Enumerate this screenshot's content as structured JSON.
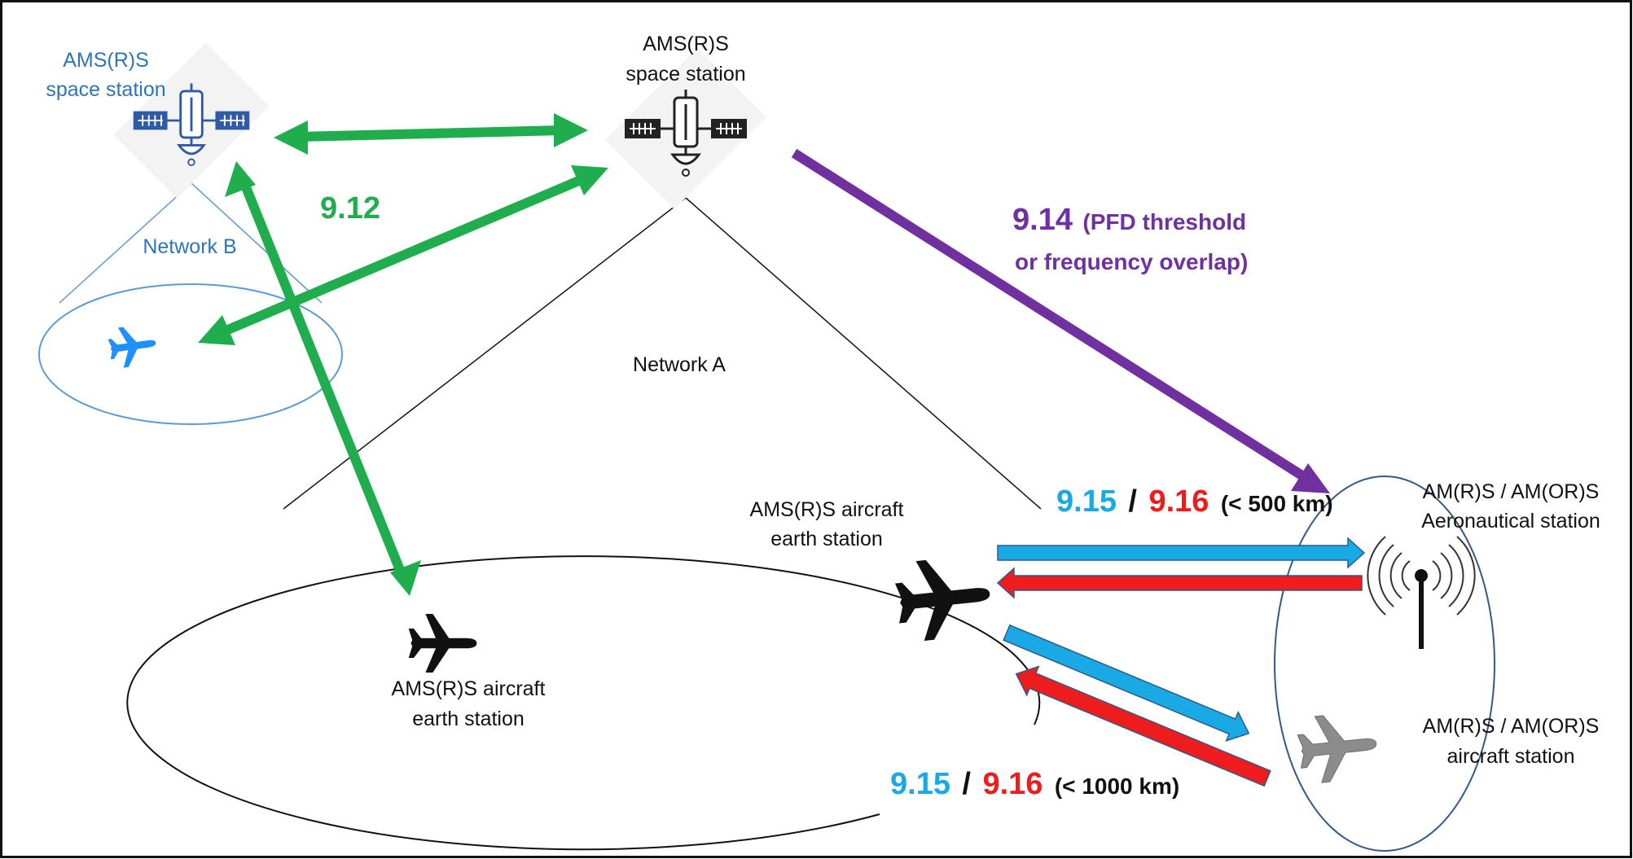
{
  "labels": {
    "sat_b_line1": "AMS(R)S",
    "sat_b_line2": "space station",
    "sat_a_line1": "AMS(R)S",
    "sat_a_line2": "space station",
    "network_b": "Network B",
    "network_a": "Network A",
    "aircraft_left_line1": "AMS(R)S aircraft",
    "aircraft_left_line2": "earth station",
    "aircraft_center_line1": "AMS(R)S aircraft",
    "aircraft_center_line2": "earth station",
    "aero_line1": "AM(R)S / AM(OR)S",
    "aero_line2": "Aeronautical station",
    "aircraft_station_line1": "AM(R)S / AM(OR)S",
    "aircraft_station_line2": "aircraft station",
    "sep_upper": "/",
    "sep_lower": "/"
  },
  "annotations": {
    "a912": "9.12",
    "a914_num": "9.14",
    "a914_text1": "(PFD threshold",
    "a914_text2": "or frequency overlap)",
    "a915_upper": "9.15",
    "a916_upper": "9.16",
    "dist_upper": "(< 500 km)",
    "a915_lower": "9.15",
    "a916_lower": "9.16",
    "dist_lower": "(< 1000 km)"
  },
  "colors": {
    "green": "#1fad4e",
    "purple": "#7030a0",
    "blue": "#19a9e5",
    "red": "#ee1c1c",
    "label_blue": "#2e75b6",
    "network_b_ellipse": "#5b9bd5",
    "aero_ellipse": "#2f5a8a"
  },
  "icons": {
    "satellite_b": "satellite-icon",
    "satellite_a": "satellite-icon",
    "airplane_blue": "airplane-icon",
    "airplane_left": "airplane-icon",
    "airplane_center": "airplane-icon",
    "airplane_grey": "airplane-icon",
    "antenna": "antenna-icon"
  }
}
